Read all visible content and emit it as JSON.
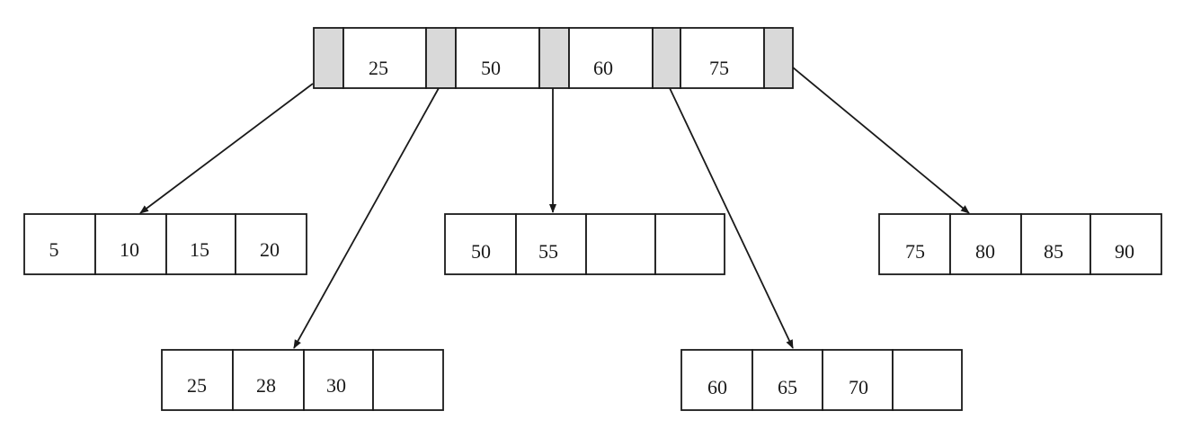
{
  "root": {
    "keys": [
      "25",
      "50",
      "60",
      "75"
    ],
    "pointer_fill": "#d9d9d9"
  },
  "leaves": [
    {
      "keys": [
        "5",
        "10",
        "15",
        "20"
      ]
    },
    {
      "keys": [
        "25",
        "28",
        "30",
        ""
      ]
    },
    {
      "keys": [
        "50",
        "55",
        "",
        ""
      ]
    },
    {
      "keys": [
        "60",
        "65",
        "70",
        ""
      ]
    },
    {
      "keys": [
        "75",
        "80",
        "85",
        "90"
      ]
    }
  ],
  "colors": {
    "stroke": "#1a1a1a",
    "background": "#ffffff"
  }
}
